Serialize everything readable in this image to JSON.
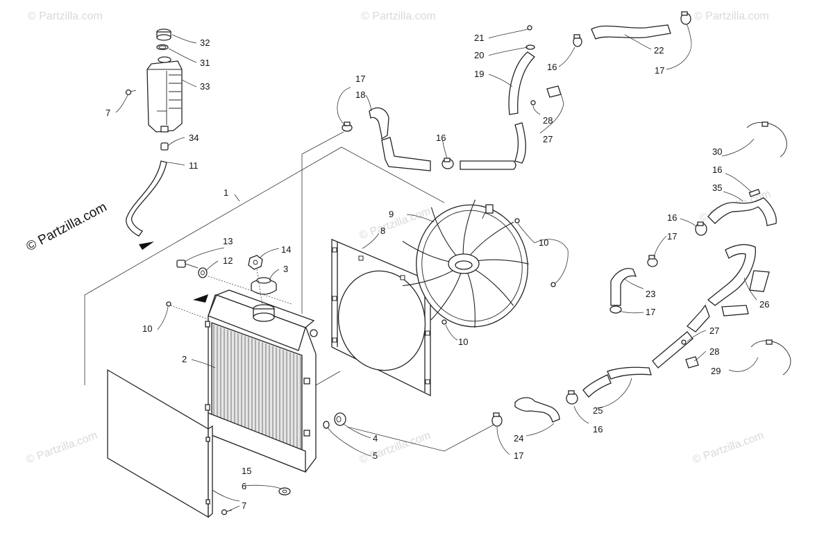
{
  "watermark": {
    "small_text": "© Partzilla.com",
    "large_text": "© Partzilla.com"
  },
  "callouts": {
    "c1": "1",
    "c2": "2",
    "c3": "3",
    "c4": "4",
    "c5": "5",
    "c6": "6",
    "c7a": "7",
    "c7b": "7",
    "c8": "8",
    "c9": "9",
    "c10a": "10",
    "c10b": "10",
    "c10c": "10",
    "c11": "11",
    "c12": "12",
    "c13": "13",
    "c14": "14",
    "c15": "15",
    "c16a": "16",
    "c16b": "16",
    "c16c": "16",
    "c16d": "16",
    "c16e": "16",
    "c17a": "17",
    "c17b": "17",
    "c17c": "17",
    "c17d": "17",
    "c17e": "17",
    "c18": "18",
    "c19": "19",
    "c20": "20",
    "c21": "21",
    "c22": "22",
    "c23": "23",
    "c24": "24",
    "c25": "25",
    "c26": "26",
    "c27a": "27",
    "c27b": "27",
    "c28a": "28",
    "c28b": "28",
    "c29": "29",
    "c30": "30",
    "c31": "31",
    "c32": "32",
    "c33": "33",
    "c34": "34",
    "c35": "35"
  }
}
